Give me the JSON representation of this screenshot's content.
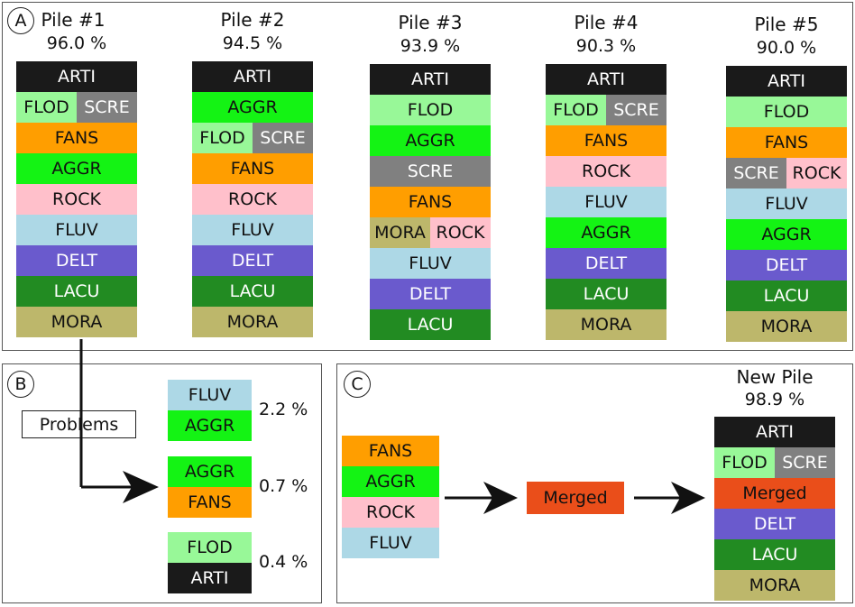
{
  "colors": {
    "ARTI": "#1a1a1a",
    "FLOD": "#98f898",
    "SCRE": "#808080",
    "FANS": "#ff9e00",
    "AGGR": "#14f314",
    "ROCK": "#ffc0cb",
    "FLUV": "#add8e6",
    "DELT": "#6a5acd",
    "LACU": "#228b22",
    "MORA": "#bdb76b",
    "Merged": "#ea4e1a"
  },
  "panel_a": {
    "letter": "A",
    "piles": [
      {
        "title": "Pile #1",
        "pct": "96.0 %",
        "rows": [
          [
            "ARTI"
          ],
          [
            "FLOD",
            "SCRE"
          ],
          [
            "FANS"
          ],
          [
            "AGGR"
          ],
          [
            "ROCK"
          ],
          [
            "FLUV"
          ],
          [
            "DELT"
          ],
          [
            "LACU"
          ],
          [
            "MORA"
          ]
        ]
      },
      {
        "title": "Pile #2",
        "pct": "94.5 %",
        "rows": [
          [
            "ARTI"
          ],
          [
            "AGGR"
          ],
          [
            "FLOD",
            "SCRE"
          ],
          [
            "FANS"
          ],
          [
            "ROCK"
          ],
          [
            "FLUV"
          ],
          [
            "DELT"
          ],
          [
            "LACU"
          ],
          [
            "MORA"
          ]
        ]
      },
      {
        "title": "Pile #3",
        "pct": "93.9 %",
        "rows": [
          [
            "ARTI"
          ],
          [
            "FLOD"
          ],
          [
            "AGGR"
          ],
          [
            "SCRE"
          ],
          [
            "FANS"
          ],
          [
            "MORA",
            "ROCK"
          ],
          [
            "FLUV"
          ],
          [
            "DELT"
          ],
          [
            "LACU"
          ]
        ]
      },
      {
        "title": "Pile #4",
        "pct": "90.3 %",
        "rows": [
          [
            "ARTI"
          ],
          [
            "FLOD",
            "SCRE"
          ],
          [
            "FANS"
          ],
          [
            "ROCK"
          ],
          [
            "FLUV"
          ],
          [
            "AGGR"
          ],
          [
            "DELT"
          ],
          [
            "LACU"
          ],
          [
            "MORA"
          ]
        ]
      },
      {
        "title": "Pile #5",
        "pct": "90.0 %",
        "rows": [
          [
            "ARTI"
          ],
          [
            "FLOD"
          ],
          [
            "FANS"
          ],
          [
            "SCRE",
            "ROCK"
          ],
          [
            "FLUV"
          ],
          [
            "AGGR"
          ],
          [
            "DELT"
          ],
          [
            "LACU"
          ],
          [
            "MORA"
          ]
        ]
      }
    ]
  },
  "panel_b": {
    "letter": "B",
    "problems_label": "Problems",
    "pairs": [
      {
        "top": "FLUV",
        "bottom": "AGGR",
        "pct": "2.2 %"
      },
      {
        "top": "AGGR",
        "bottom": "FANS",
        "pct": "0.7 %"
      },
      {
        "top": "FLOD",
        "bottom": "ARTI",
        "pct": "0.4 %"
      }
    ]
  },
  "panel_c": {
    "letter": "C",
    "inputs": [
      "FANS",
      "AGGR",
      "ROCK",
      "FLUV"
    ],
    "merged_label": "Merged",
    "new_pile_title": "New Pile",
    "new_pile_pct": "98.9 %",
    "new_pile_rows": [
      [
        "ARTI"
      ],
      [
        "FLOD",
        "SCRE"
      ],
      [
        "Merged"
      ],
      [
        "DELT"
      ],
      [
        "LACU"
      ],
      [
        "MORA"
      ]
    ]
  }
}
